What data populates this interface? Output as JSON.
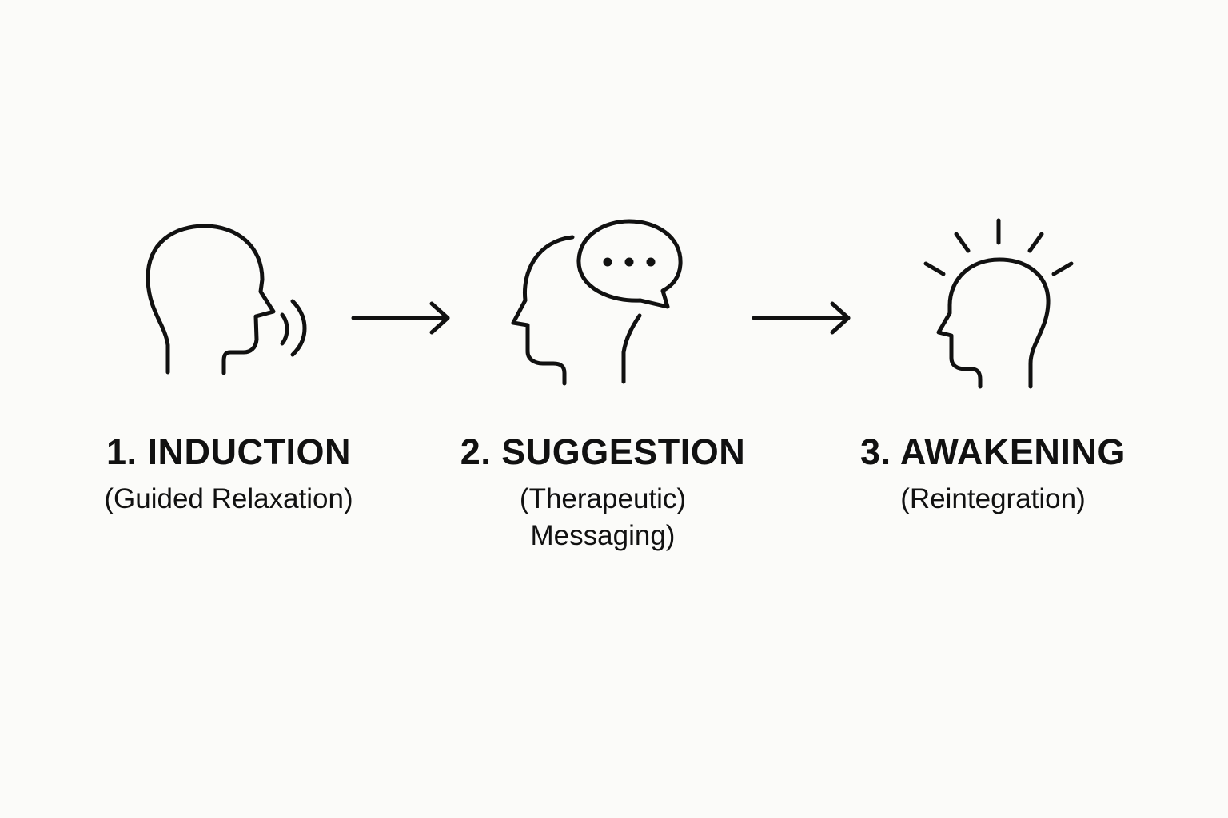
{
  "colors": {
    "background": "#fbfbf9",
    "ink": "#111111"
  },
  "steps": [
    {
      "title": "1. INDUCTION",
      "subtitle": "(Guided Relaxation)",
      "icon": "head-speaking-icon"
    },
    {
      "title": "2. SUGGESTION",
      "subtitle": "(Therapeutic)\nMessaging)",
      "icon": "head-speech-bubble-icon"
    },
    {
      "title": "3. AWAKENING",
      "subtitle": "(Reintegration)",
      "icon": "head-radiant-icon"
    }
  ]
}
